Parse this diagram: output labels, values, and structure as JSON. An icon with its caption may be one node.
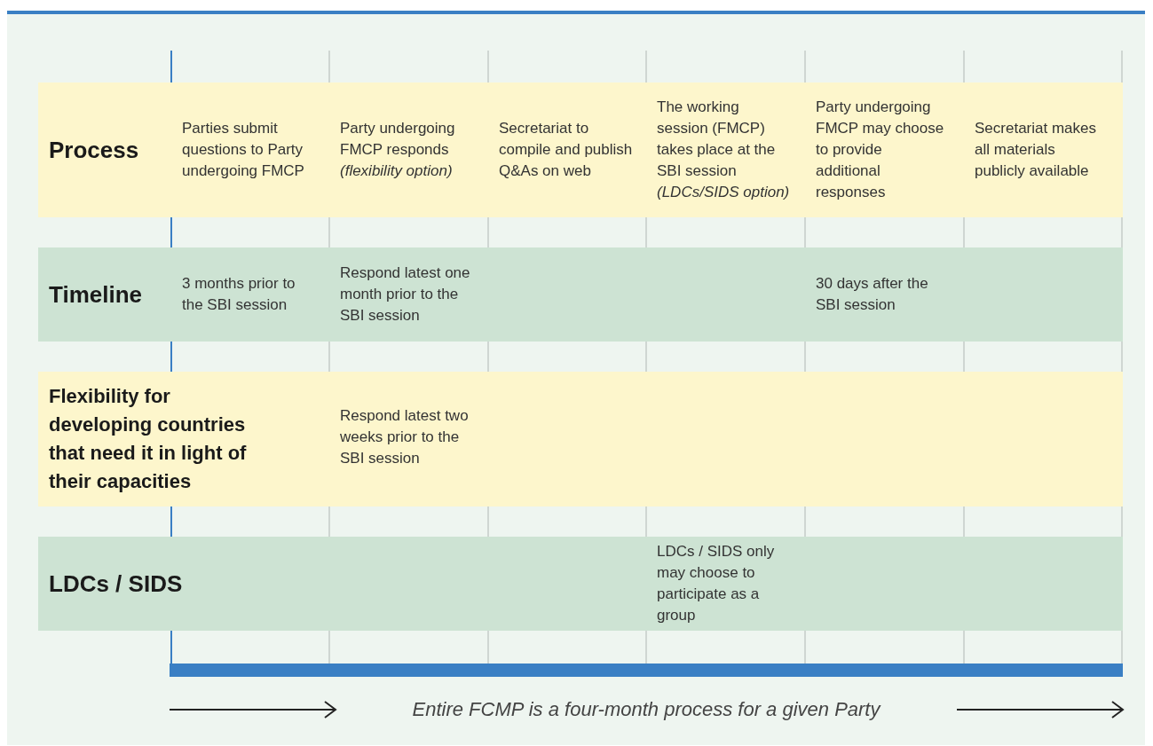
{
  "diagram": {
    "nodes": [
      {
        "text": [
          "Process",
          "Parties submit questions to Party undergoing FMCP",
          "Party undergoing FMCP responds *(flexibility option)*",
          "Secretariat to compile and publish Q&As on web",
          "The working session (FMCP) takes place at the SBI session *(LDCs/SIDS option)*",
          "Party undergoing FMCP may choose to provide additional responses",
          "Secretariat makes all materials publicly available"
        ]
      },
      {
        "text": [
          "Timeline",
          "3 months prior to the SBI session",
          "Respond latest one month prior to the SBI session",
          "30 days after the SBI session"
        ]
      },
      {
        "text": [
          "Flexibility for developing countries that need it in light of their capacities",
          "Respond latest two weeks prior to the SBI session"
        ]
      },
      {
        "text": [
          "LDCs / SIDS",
          "LDCs / SIDS only may choose to participate as a group"
        ]
      },
      {
        "text": [],
        "shape": "bar"
      }
    ],
    "labels": [
      "Entire FCMP is a four-month process for a given Party"
    ]
  }
}
